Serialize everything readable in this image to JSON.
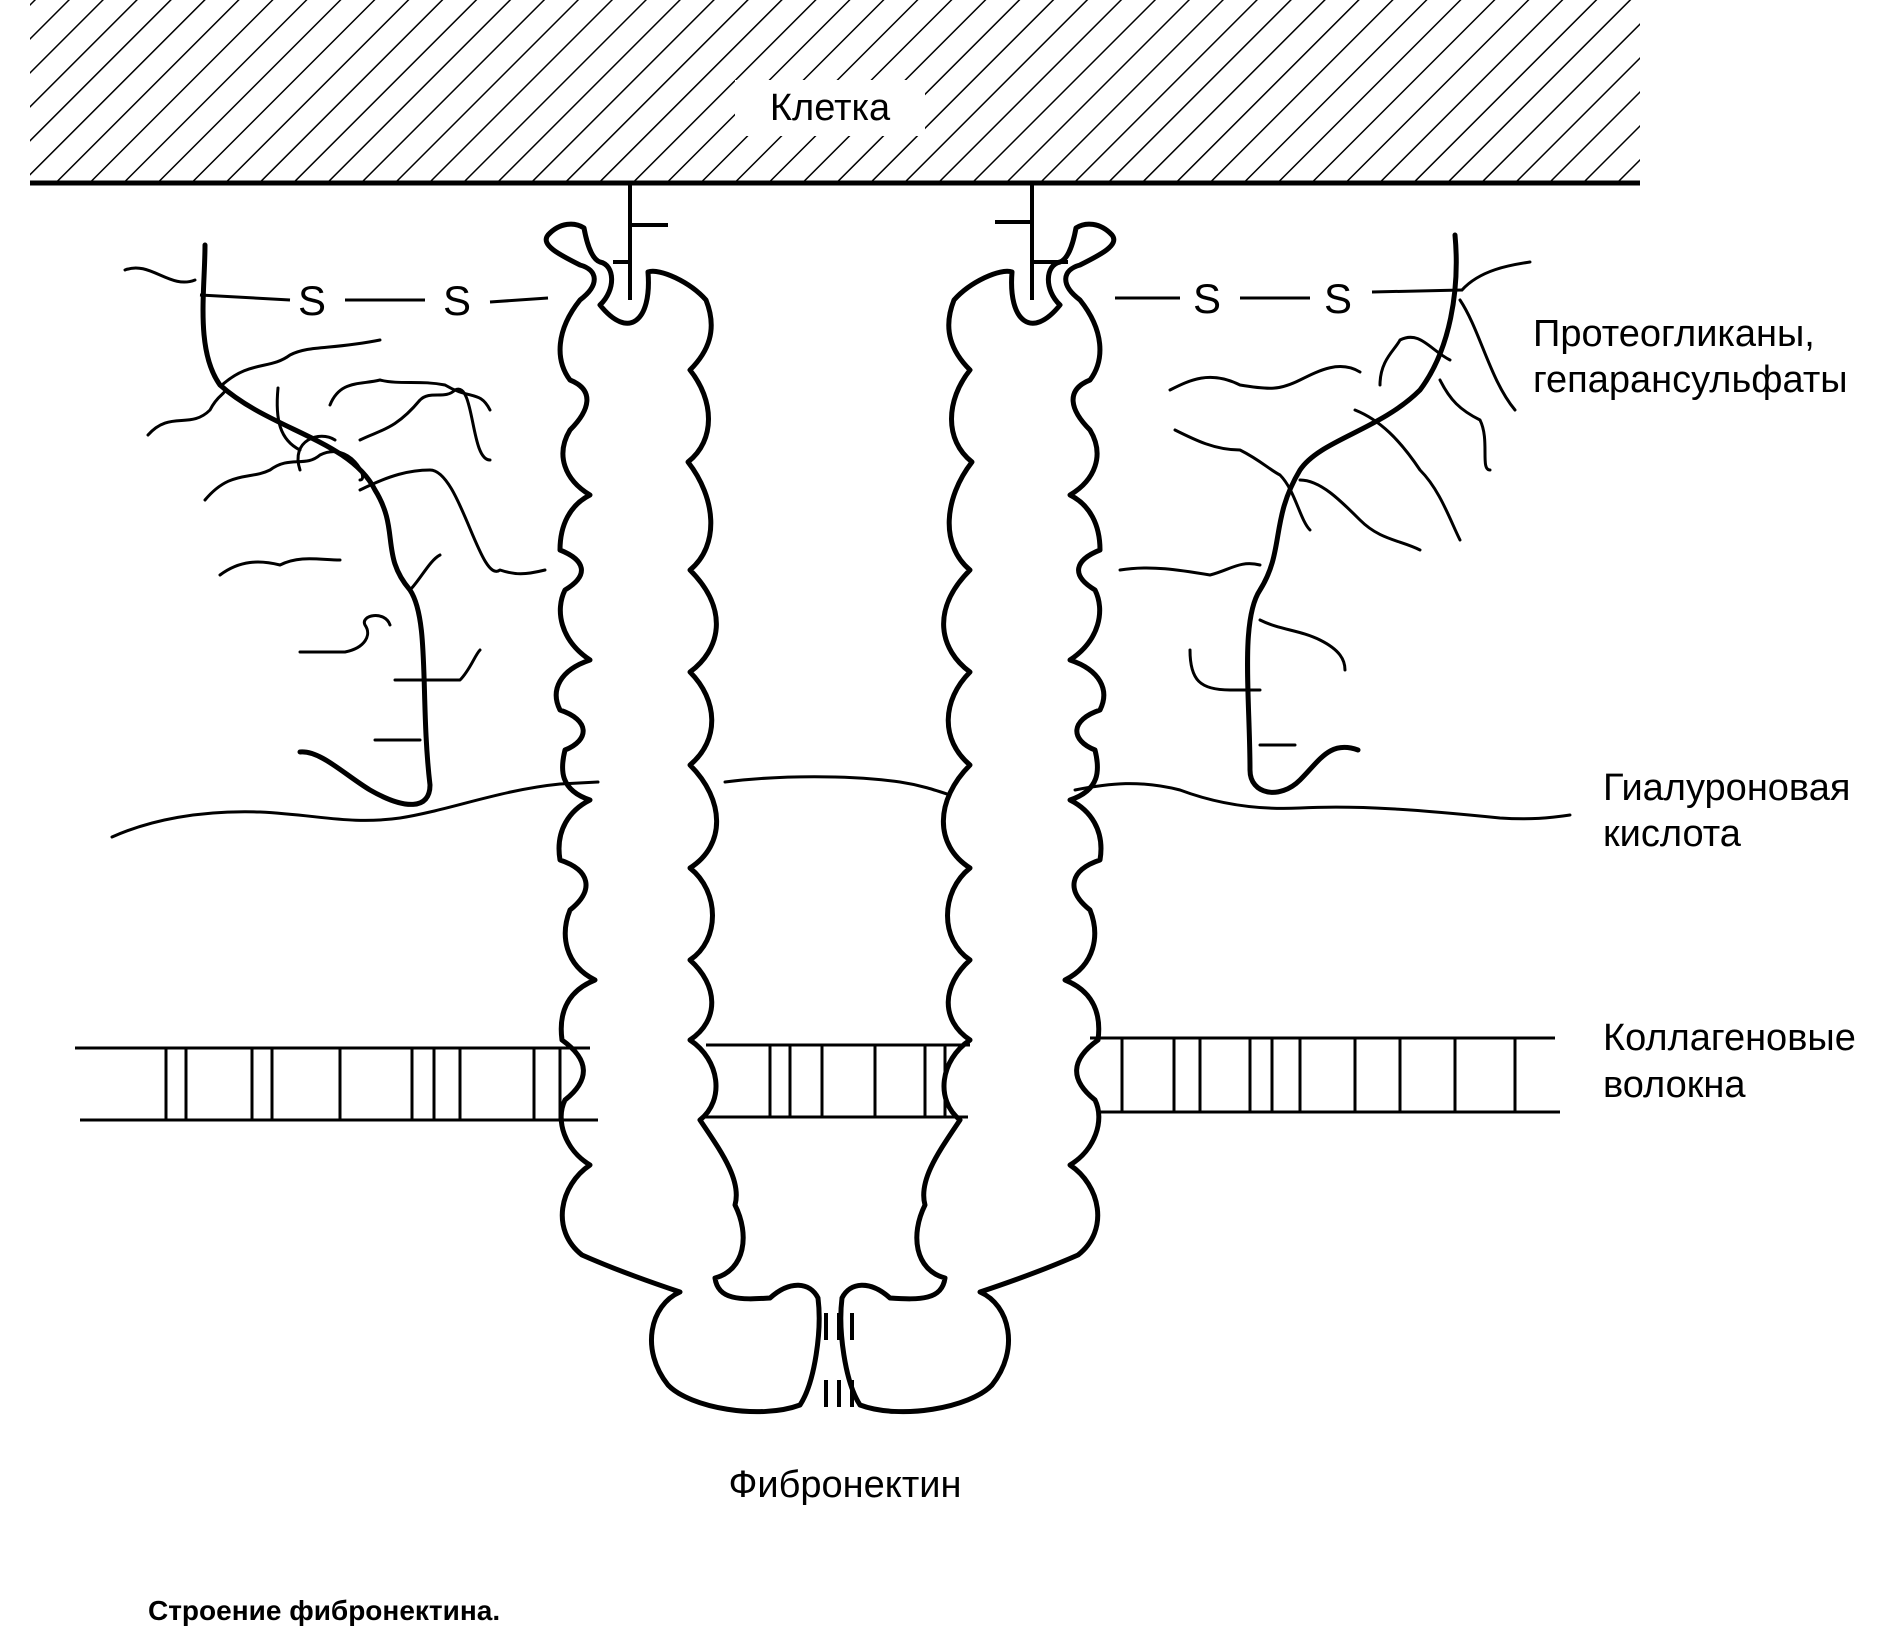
{
  "cell": {
    "label": "Клетка"
  },
  "disulfide": {
    "symbol": "S"
  },
  "labels": {
    "proteoglycans_line1": "Протеогликаны,",
    "proteoglycans_line2": "гепарансульфаты",
    "hyaluronic_line1": "Гиалуроновая",
    "hyaluronic_line2": "кислота",
    "collagen_line1": "Коллагеновые",
    "collagen_line2": "волокна",
    "fibronectin": "Фибронектин"
  },
  "caption": "Строение фибронектина.",
  "colors": {
    "ink": "#000000",
    "background": "#ffffff"
  }
}
